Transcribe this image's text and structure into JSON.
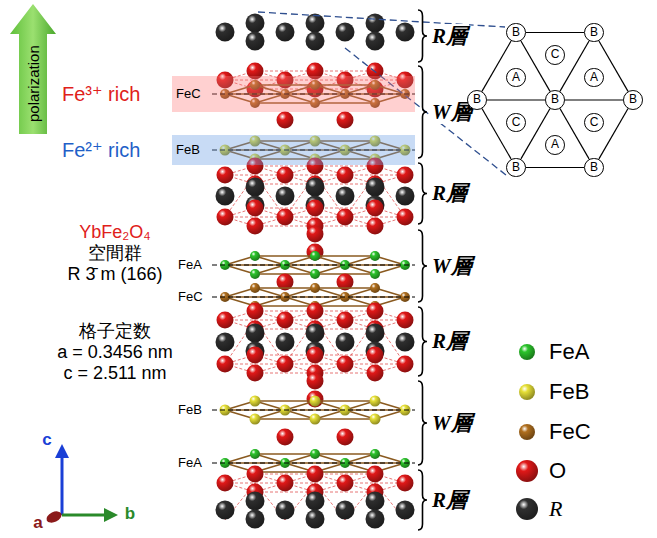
{
  "diagram": {
    "nodes": [
      {
        "text": [
          "polarization"
        ]
      },
      {
        "text": [
          "Fe³⁺ rich",
          "FeC"
        ]
      },
      {
        "text": [
          "Fe²⁺ rich",
          "FeB"
        ]
      },
      {
        "text": [
          "B"
        ]
      },
      {
        "text": [
          "B"
        ]
      },
      {
        "text": [
          "C"
        ]
      },
      {
        "text": [
          "A"
        ]
      },
      {
        "text": [
          "A"
        ]
      },
      {
        "text": [
          "B"
        ]
      },
      {
        "text": [
          "B"
        ]
      },
      {
        "text": [
          "B"
        ]
      },
      {
        "text": [
          "C"
        ]
      },
      {
        "text": [
          "C"
        ]
      },
      {
        "text": [
          "A"
        ]
      },
      {
        "text": [
          "B"
        ]
      },
      {
        "text": [
          "B"
        ]
      }
    ],
    "edges": [
      {
        "from": 3,
        "to": 4,
        "arrow": "none"
      },
      {
        "from": 4,
        "to": 10,
        "arrow": "none"
      },
      {
        "from": 10,
        "to": 15,
        "arrow": "none"
      },
      {
        "from": 14,
        "to": 15,
        "arrow": "none"
      },
      {
        "from": 8,
        "to": 14,
        "arrow": "none"
      },
      {
        "from": 3,
        "to": 8,
        "arrow": "none"
      },
      {
        "from": 3,
        "to": 9,
        "arrow": "none"
      },
      {
        "from": 4,
        "to": 9,
        "arrow": "none"
      },
      {
        "from": 8,
        "to": 9,
        "arrow": "none"
      },
      {
        "from": 9,
        "to": 10,
        "arrow": "none"
      },
      {
        "from": 9,
        "to": 14,
        "arrow": "none"
      },
      {
        "from": 9,
        "to": 15,
        "arrow": "none"
      }
    ],
    "labels": [
      "R層",
      "W層",
      "R層",
      "W層",
      "R層",
      "W層",
      "R層",
      "YbFe₂O₄",
      "空間群",
      "R 3̄ m (166)",
      "FeA",
      "FeC",
      "格子定数",
      "a = 0.3456 nm",
      "c = 2.511 nm",
      "FeB",
      "FeA",
      "c",
      "a",
      "b"
    ],
    "legend": [
      {
        "text": "FeA",
        "color": "#2bc42b"
      },
      {
        "text": "FeB",
        "color": "#e6e036"
      },
      {
        "text": "FeC",
        "color": "#b06f1e"
      },
      {
        "text": "O",
        "color": "#e01818"
      },
      {
        "text": "R",
        "color": "#303030"
      }
    ]
  }
}
